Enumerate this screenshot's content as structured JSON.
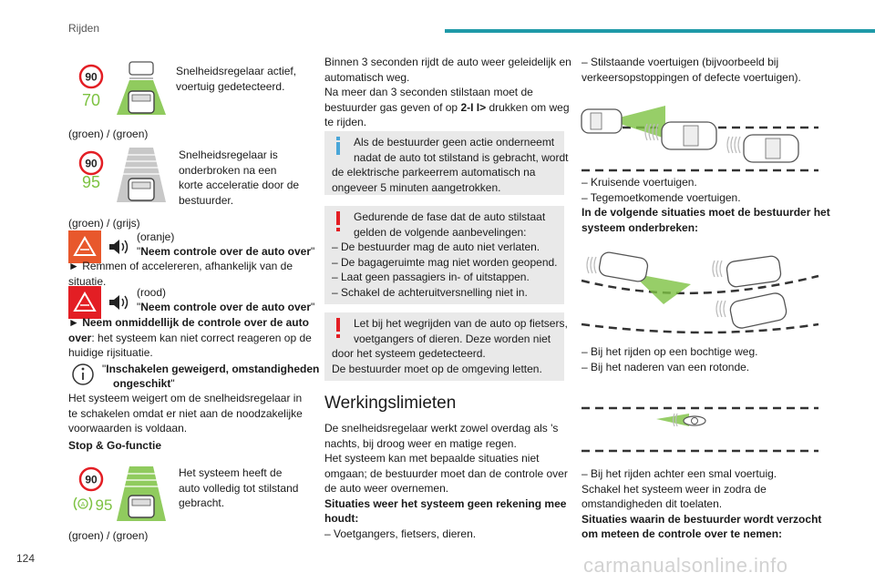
{
  "header": {
    "section": "Rijden",
    "page_number": "124",
    "watermark": "carmanualsonline.info"
  },
  "col1": {
    "icon1": {
      "top": "90",
      "bottom": "70"
    },
    "s1": [
      "Snelheidsregelaar actief,",
      "voertuig gedetecteerd."
    ],
    "cap1": "(groen) / (groen)",
    "icon2": {
      "top": "90",
      "bottom": "95"
    },
    "s2": [
      "Snelheidsregelaar is",
      "onderbroken na een",
      "korte acceleratie door de",
      "bestuurder."
    ],
    "cap2": "(groen) / (grijs)",
    "orange_label": "(oranje)",
    "orange_msg": "Neem controle over de auto over",
    "arrow1": "► Remmen of accelereren, afhankelijk van de",
    "arrow1b": "situatie.",
    "red_label": "(rood)",
    "red_msg": "Neem controle over de auto over",
    "arrow2_bold": "► Neem onmiddellijk de controle over de auto",
    "arrow2_bold2": "over",
    "arrow2_rest": ": het systeem kan niet correct reageren op de",
    "arrow2_line3": "huidige rijsituatie.",
    "info_msg1": "Inschakelen geweigerd, omstandigheden",
    "info_msg2": "ongeschikt",
    "refuse": [
      "Het systeem weigert om de snelheidsregelaar in",
      "te schakelen omdat er niet aan de noodzakelijke",
      "voorwaarden is voldaan."
    ],
    "stopgo_title": "Stop & Go-functie",
    "icon3": {
      "top": "90",
      "bottom": "95"
    },
    "s3": [
      "Het systeem heeft de",
      "auto volledig tot stilstand",
      "gebracht."
    ],
    "cap3": "(groen) / (groen)"
  },
  "col2": {
    "p1": [
      "Binnen 3 seconden rijdt de auto weer geleidelijk en",
      "automatisch weg.",
      "Na meer dan 3 seconden stilstaan moet de"
    ],
    "p1_line4a": "bestuurder gas geven of op ",
    "p1_line4b": "2-I I>",
    "p1_line4c": " drukken om weg",
    "p1_line5": "te rijden.",
    "info_box": [
      "Als de bestuurder geen actie onderneemt",
      "nadat de auto tot stilstand is gebracht, wordt",
      "de elektrische parkeerrem automatisch na",
      "ongeveer 5 minuten aangetrokken."
    ],
    "warn_box1": [
      "Gedurende de fase dat de auto stilstaat",
      "gelden de volgende aanbevelingen:",
      "– De bestuurder mag de auto niet verlaten.",
      "– De bagageruimte mag niet worden geopend.",
      "– Laat geen passagiers in- of uitstappen.",
      "– Schakel de achteruitversnelling niet in."
    ],
    "warn_box2": [
      "Let bij het wegrijden van de auto op fietsers,",
      "voetgangers of dieren. Deze worden niet",
      "door het systeem gedetecteerd.",
      "De bestuurder moet op de omgeving letten."
    ],
    "section_title": "Werkingslimieten",
    "p2": [
      "De snelheidsregelaar werkt zowel overdag als 's",
      "nachts, bij droog weer en matige regen.",
      "Het systeem kan met bepaalde situaties niet",
      "omgaan; de bestuurder moet dan de controle over",
      "de auto weer overnemen."
    ],
    "p2_bold": [
      "Situaties weer het systeem geen rekening mee",
      "houdt:"
    ],
    "p2_last": "– Voetgangers, fietsers, dieren."
  },
  "col3": {
    "l1": [
      "– Stilstaande voertuigen (bijvoorbeeld bij",
      "verkeersopstoppingen of defecte voertuigen)."
    ],
    "l2": [
      "– Kruisende voertuigen.",
      "– Tegemoetkomende voertuigen."
    ],
    "l2_bold": [
      "In de volgende situaties moet de bestuurder het",
      "systeem onderbreken:"
    ],
    "l3": [
      "– Bij het rijden op een bochtige weg.",
      "– Bij het naderen van een rotonde."
    ],
    "l4": [
      "– Bij het rijden achter een smal voertuig.",
      "Schakel het systeem weer in zodra de",
      "omstandigheden dit toelaten."
    ],
    "l4_bold": [
      "Situaties waarin de bestuurder wordt verzocht",
      "om meteen de controle over te nemen:"
    ]
  },
  "colors": {
    "accent": "#1f9aa8",
    "green": "#7dc242",
    "red": "#e31e24",
    "orange": "#e8582c",
    "info_blue": "#4aa6d8"
  }
}
